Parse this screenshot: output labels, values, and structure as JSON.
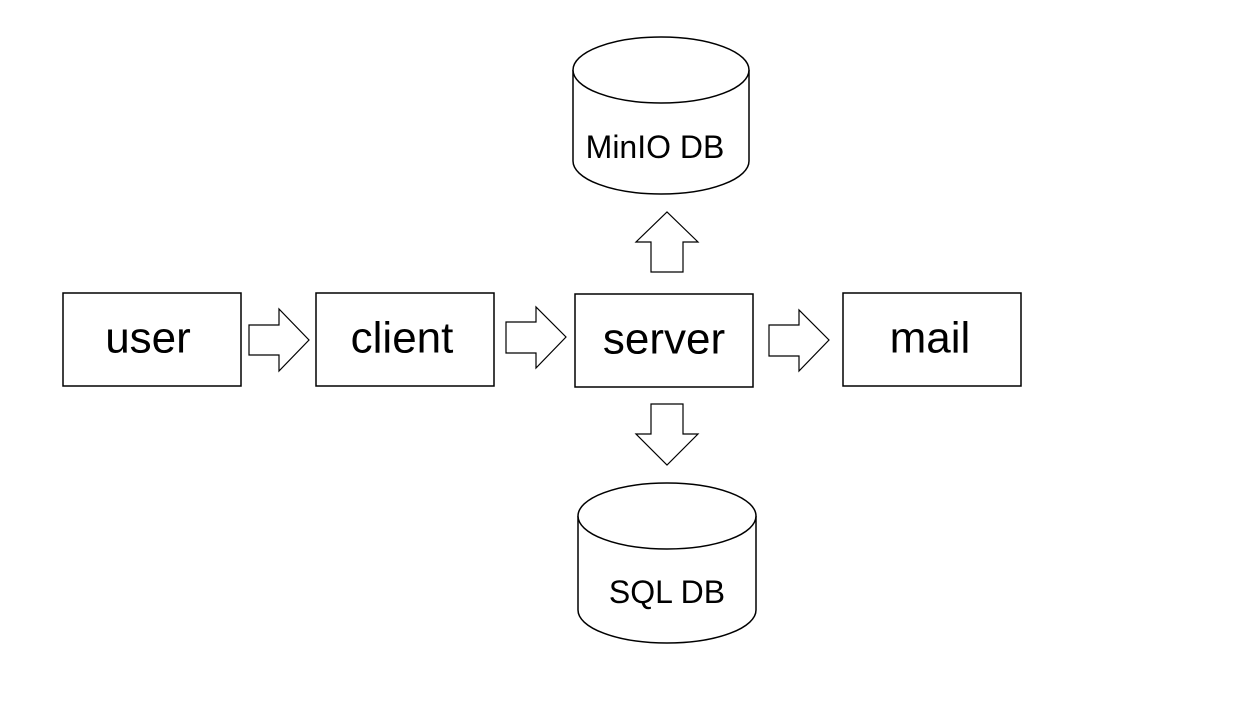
{
  "nodes": {
    "user": {
      "label": "user"
    },
    "client": {
      "label": "client"
    },
    "server": {
      "label": "server"
    },
    "mail": {
      "label": "mail"
    },
    "minio_db": {
      "label": "MinIO DB"
    },
    "sql_db": {
      "label": "SQL DB"
    }
  },
  "edges": [
    {
      "from": "user",
      "to": "client"
    },
    {
      "from": "client",
      "to": "server"
    },
    {
      "from": "server",
      "to": "mail"
    },
    {
      "from": "server",
      "to": "minio_db"
    },
    {
      "from": "server",
      "to": "sql_db"
    }
  ],
  "colors": {
    "stroke": "#000000",
    "fill": "#ffffff"
  }
}
